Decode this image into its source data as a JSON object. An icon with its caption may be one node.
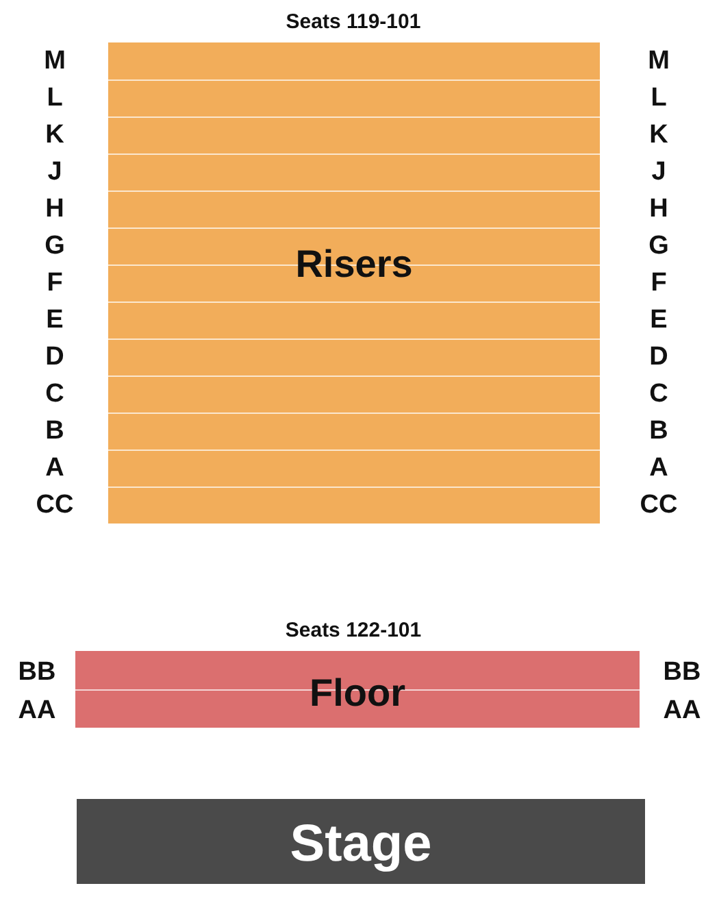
{
  "diagram": {
    "nodes": [
      {
        "text": [
          "Risers"
        ]
      },
      {
        "text": [
          "Floor"
        ]
      },
      {
        "text": [
          "Stage"
        ]
      }
    ],
    "labels": [
      "Seats 119-101",
      "M",
      "M",
      "L",
      "L",
      "K",
      "K",
      "J",
      "J",
      "H",
      "H",
      "G",
      "G",
      "F",
      "F",
      "E",
      "E",
      "D",
      "D",
      "C",
      "C",
      "B",
      "B",
      "A",
      "A",
      "CC",
      "CC",
      "Seats 122-101",
      "BB",
      "BB",
      "AA",
      "AA"
    ]
  }
}
